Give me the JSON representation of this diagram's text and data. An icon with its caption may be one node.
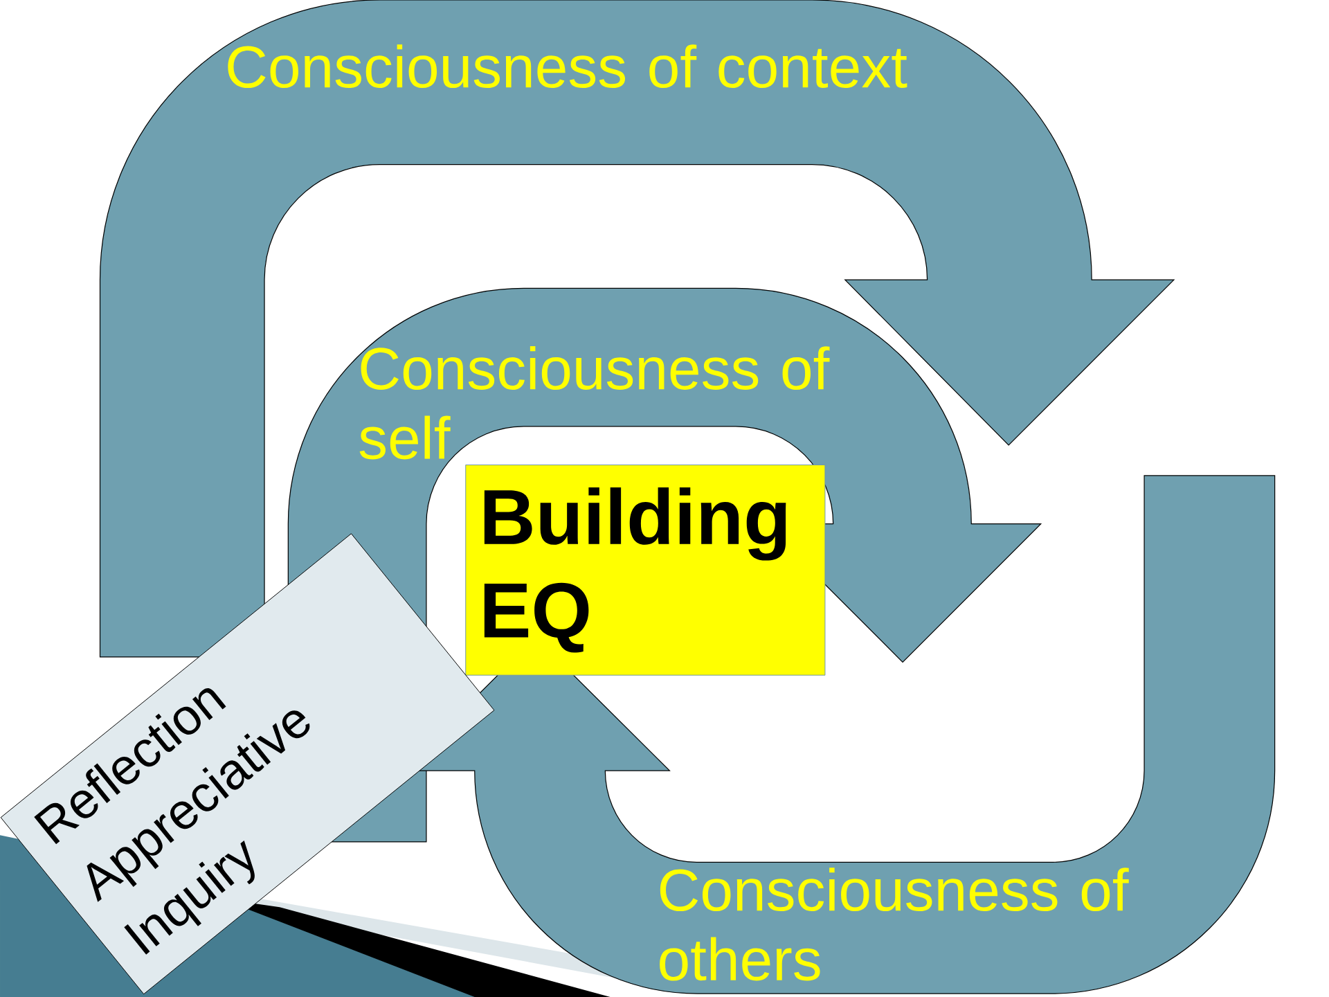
{
  "diagram": {
    "nodes": [
      {
        "text": [
          "Consciousness of context"
        ]
      },
      {
        "text": [
          "Consciousness of self"
        ]
      },
      {
        "text": [
          "Consciousness of others"
        ]
      },
      {
        "text": [
          "Building EQ"
        ]
      },
      {
        "text": [
          "Reflection Appreciative Inquiry"
        ]
      }
    ]
  }
}
